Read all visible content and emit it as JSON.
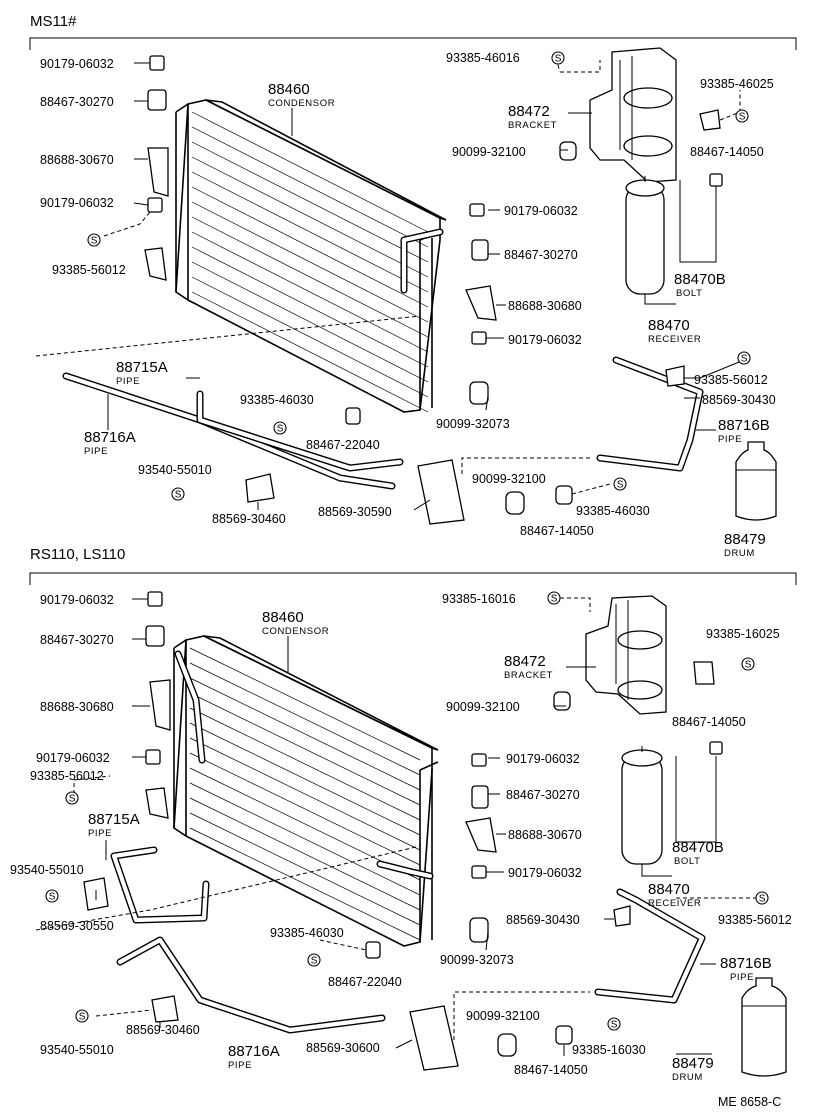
{
  "sections": [
    {
      "title": "MS11#"
    },
    {
      "title": "RS110, LS110"
    }
  ],
  "footer": {
    "code": "ME  8658-C"
  },
  "symbol_letter": "S",
  "labels": {
    "ms_90179_top": "90179-06032",
    "ms_88467_30270_l": "88467-30270",
    "ms_88688_30670": "88688-30670",
    "ms_90179_mid": "90179-06032",
    "ms_93385_56012_l": "93385-56012",
    "ms_88460_ref": "88460",
    "ms_88460_name": "CONDENSOR",
    "ms_93385_46016": "93385-46016",
    "ms_88472_ref": "88472",
    "ms_88472_name": "BRACKET",
    "ms_90099_32100_t": "90099-32100",
    "ms_93385_46025": "93385-46025",
    "ms_88467_14050_t": "88467-14050",
    "ms_90179_r1": "90179-06032",
    "ms_88467_30270_r": "88467-30270",
    "ms_88688_30680": "88688-30680",
    "ms_90179_r2": "90179-06032",
    "ms_88470B_ref": "88470B",
    "ms_88470B_name": "BOLT",
    "ms_88470_ref": "88470",
    "ms_88470_name": "RECEIVER",
    "ms_88715A_ref": "88715A",
    "ms_88715A_name": "PIPE",
    "ms_93385_56012_r": "93385-56012",
    "ms_88569_30430": "88569-30430",
    "ms_88716B_ref": "88716B",
    "ms_88716B_name": "PIPE",
    "ms_93385_46030_m": "93385-46030",
    "ms_88467_22040": "88467-22040",
    "ms_90099_32073": "90099-32073",
    "ms_88716A_ref": "88716A",
    "ms_88716A_name": "PIPE",
    "ms_93540_55010": "93540-55010",
    "ms_90099_32100_b": "90099-32100",
    "ms_93385_46030_b": "93385-46030",
    "ms_88467_14050_b": "88467-14050",
    "ms_88569_30460": "88569-30460",
    "ms_88569_30590": "88569-30590",
    "ms_88479_ref": "88479",
    "ms_88479_name": "DRUM",
    "rs_90179_top": "90179-06032",
    "rs_88467_30270_l": "88467-30270",
    "rs_88460_ref": "88460",
    "rs_88460_name": "CONDENSOR",
    "rs_93385_16016": "93385-16016",
    "rs_93385_16025": "93385-16025",
    "rs_88472_ref": "88472",
    "rs_88472_name": "BRACKET",
    "rs_88688_30680": "88688-30680",
    "rs_90099_32100_t": "90099-32100",
    "rs_88467_14050_t": "88467-14050",
    "rs_90179_l2": "90179-06032",
    "rs_93385_56012_l": "93385-56012",
    "rs_90179_r1": "90179-06032",
    "rs_88467_30270_r": "88467-30270",
    "rs_88715A_ref": "88715A",
    "rs_88715A_name": "PIPE",
    "rs_88688_30670": "88688-30670",
    "rs_88470B_ref": "88470B",
    "rs_88470B_name": "BOLT",
    "rs_93540_55010_t": "93540-55010",
    "rs_90179_r2": "90179-06032",
    "rs_88470_ref": "88470",
    "rs_88470_name": "RECEIVER",
    "rs_88569_30550": "88569-30550",
    "rs_88569_30430": "88569-30430",
    "rs_93385_56012_r": "93385-56012",
    "rs_93385_46030": "93385-46030",
    "rs_90099_32073": "90099-32073",
    "rs_88467_22040": "88467-22040",
    "rs_88716B_ref": "88716B",
    "rs_88716B_name": "PIPE",
    "rs_90099_32100_b": "90099-32100",
    "rs_88569_30460": "88569-30460",
    "rs_93540_55010_b": "93540-55010",
    "rs_88716A_ref": "88716A",
    "rs_88716A_name": "PIPE",
    "rs_88569_30600": "88569-30600",
    "rs_93385_16030": "93385-16030",
    "rs_88467_14050_b": "88467-14050",
    "rs_88479_ref": "88479",
    "rs_88479_name": "DRUM"
  }
}
